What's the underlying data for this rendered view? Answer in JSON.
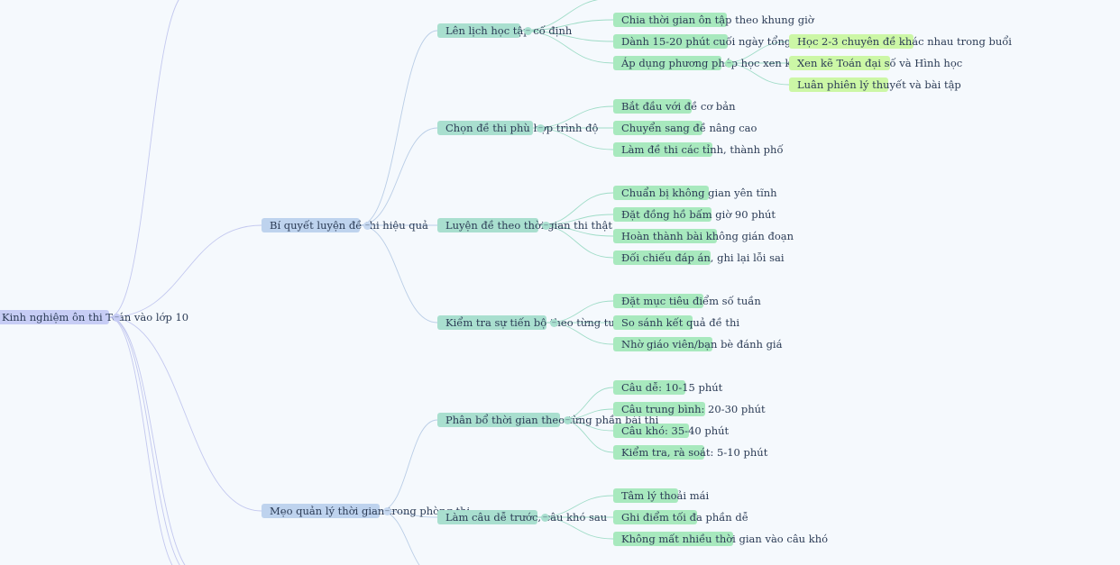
{
  "colors": {
    "root": "#c7cdf5",
    "level1": "#bed3ee",
    "level2": "#a9dfcf",
    "level3": "#a8e9be",
    "level4": "#ccf7a6",
    "link_root": "#c3c8ef",
    "link_level1": "#b9cde6",
    "link_level2": "#9fdcc7"
  },
  "toggle_glyph": "−",
  "nodes": [
    {
      "id": "root",
      "text": "Kinh nghiệm ôn thi Toán vào lớp 10",
      "level": 0
    },
    {
      "id": "a",
      "parent": "root",
      "text": "Bí quyết luyện đề thi hiệu quả",
      "level": 1
    },
    {
      "id": "b",
      "parent": "root",
      "text": "Mẹo quản lý thời gian trong phòng thi",
      "level": 1
    },
    {
      "id": "a0",
      "parent": "a",
      "text": "Lên lịch học tập cố định",
      "level": 2
    },
    {
      "id": "a1",
      "parent": "a",
      "text": "Chọn đề thi phù hợp trình độ",
      "level": 2
    },
    {
      "id": "a2",
      "parent": "a",
      "text": "Luyện đề theo thời gian thi thật",
      "level": 2
    },
    {
      "id": "a3",
      "parent": "a",
      "text": "Kiểm tra sự tiến bộ theo từng tuần",
      "level": 2
    },
    {
      "id": "b0",
      "parent": "b",
      "text": "Phân bổ thời gian theo từng phần bài thi",
      "level": 2
    },
    {
      "id": "b1",
      "parent": "b",
      "text": "Làm câu dễ trước, câu khó sau",
      "level": 2
    },
    {
      "id": "a0_1",
      "parent": "a0",
      "text": "Chia thời gian ôn tập theo khung giờ",
      "level": 3
    },
    {
      "id": "a0_2",
      "parent": "a0",
      "text": "Dành 15-20 phút cuối ngày tổng hợp",
      "level": 3
    },
    {
      "id": "a0_3",
      "parent": "a0",
      "text": "Áp dụng phương pháp học xen kẽ",
      "level": 3
    },
    {
      "id": "a0_3_0",
      "parent": "a0_3",
      "text": "Học 2-3 chuyên đề khác nhau trong buổi",
      "level": 4
    },
    {
      "id": "a0_3_1",
      "parent": "a0_3",
      "text": "Xen kẽ Toán đại số và Hình học",
      "level": 4
    },
    {
      "id": "a0_3_2",
      "parent": "a0_3",
      "text": "Luân phiên lý thuyết và bài tập",
      "level": 4
    },
    {
      "id": "a1_0",
      "parent": "a1",
      "text": "Bắt đầu với đề cơ bản",
      "level": 3
    },
    {
      "id": "a1_1",
      "parent": "a1",
      "text": "Chuyển sang đề nâng cao",
      "level": 3
    },
    {
      "id": "a1_2",
      "parent": "a1",
      "text": "Làm đề thi các tỉnh, thành phố",
      "level": 3
    },
    {
      "id": "a2_0",
      "parent": "a2",
      "text": "Chuẩn bị không gian yên tĩnh",
      "level": 3
    },
    {
      "id": "a2_1",
      "parent": "a2",
      "text": "Đặt đồng hồ bấm giờ 90 phút",
      "level": 3
    },
    {
      "id": "a2_2",
      "parent": "a2",
      "text": "Hoàn thành bài không gián đoạn",
      "level": 3
    },
    {
      "id": "a2_3",
      "parent": "a2",
      "text": "Đối chiếu đáp án, ghi lại lỗi sai",
      "level": 3
    },
    {
      "id": "a3_0",
      "parent": "a3",
      "text": "Đặt mục tiêu điểm số tuần",
      "level": 3
    },
    {
      "id": "a3_1",
      "parent": "a3",
      "text": "So sánh kết quả đề thi",
      "level": 3
    },
    {
      "id": "a3_2",
      "parent": "a3",
      "text": "Nhờ giáo viên/bạn bè đánh giá",
      "level": 3
    },
    {
      "id": "b0_0",
      "parent": "b0",
      "text": "Câu dễ: 10-15 phút",
      "level": 3
    },
    {
      "id": "b0_1",
      "parent": "b0",
      "text": "Câu trung bình: 20-30 phút",
      "level": 3
    },
    {
      "id": "b0_2",
      "parent": "b0",
      "text": "Câu khó: 35-40 phút",
      "level": 3
    },
    {
      "id": "b0_3",
      "parent": "b0",
      "text": "Kiểm tra, rà soát: 5-10 phút",
      "level": 3
    },
    {
      "id": "b1_0",
      "parent": "b1",
      "text": "Tâm lý thoải mái",
      "level": 3
    },
    {
      "id": "b1_1",
      "parent": "b1",
      "text": "Ghi điểm tối đa phần dễ",
      "level": 3
    },
    {
      "id": "b1_2",
      "parent": "b1",
      "text": "Không mất nhiều thời gian vào câu khó",
      "level": 3
    }
  ]
}
